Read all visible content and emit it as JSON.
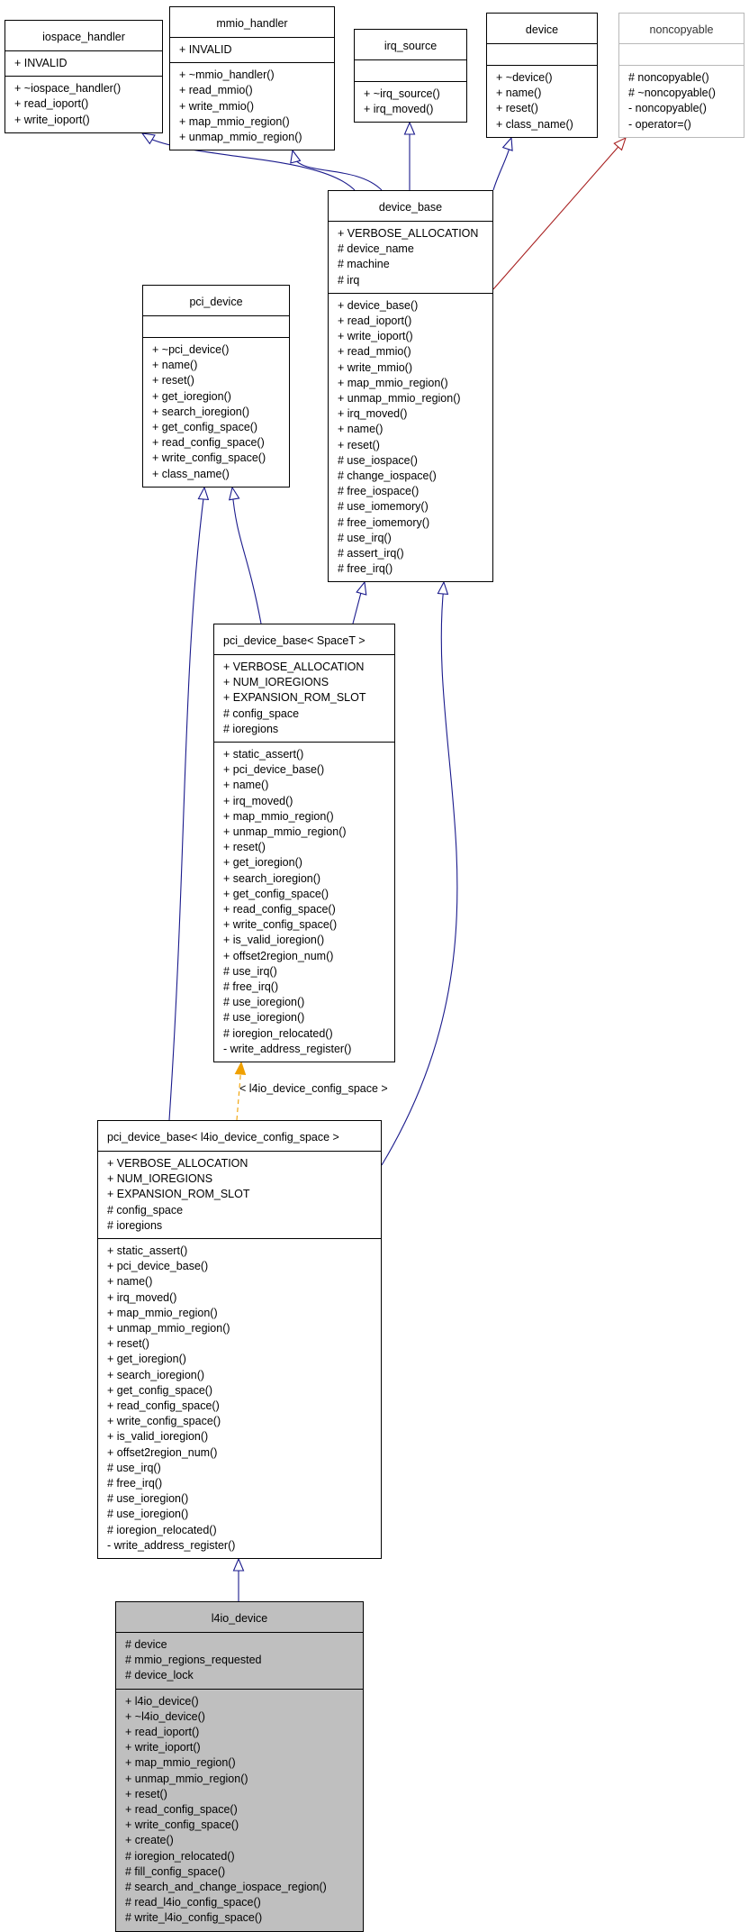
{
  "classes": {
    "iospace_handler": {
      "name": "iospace_handler",
      "attributes": [
        "+ INVALID"
      ],
      "methods": [
        "+ ~iospace_handler()",
        "+ read_ioport()",
        "+ write_ioport()"
      ]
    },
    "mmio_handler": {
      "name": "mmio_handler",
      "attributes": [
        "+ INVALID"
      ],
      "methods": [
        "+ ~mmio_handler()",
        "+ read_mmio()",
        "+ write_mmio()",
        "+ map_mmio_region()",
        "+ unmap_mmio_region()"
      ]
    },
    "irq_source": {
      "name": "irq_source",
      "attributes": [],
      "methods": [
        "+ ~irq_source()",
        "+ irq_moved()"
      ]
    },
    "device": {
      "name": "device",
      "attributes": [],
      "methods": [
        "+ ~device()",
        "+ name()",
        "+ reset()",
        "+ class_name()"
      ]
    },
    "noncopyable": {
      "name": "noncopyable",
      "attributes": [],
      "methods": [
        "# noncopyable()",
        "# ~noncopyable()",
        "- noncopyable()",
        "- operator=()"
      ]
    },
    "device_base": {
      "name": "device_base",
      "attributes": [
        "+ VERBOSE_ALLOCATION",
        "# device_name",
        "# machine",
        "# irq"
      ],
      "methods": [
        "+ device_base()",
        "+ read_ioport()",
        "+ write_ioport()",
        "+ read_mmio()",
        "+ write_mmio()",
        "+ map_mmio_region()",
        "+ unmap_mmio_region()",
        "+ irq_moved()",
        "+ name()",
        "+ reset()",
        "# use_iospace()",
        "# change_iospace()",
        "# free_iospace()",
        "# use_iomemory()",
        "# free_iomemory()",
        "# use_irq()",
        "# assert_irq()",
        "# free_irq()"
      ]
    },
    "pci_device": {
      "name": "pci_device",
      "attributes": [],
      "methods": [
        "+ ~pci_device()",
        "+ name()",
        "+ reset()",
        "+ get_ioregion()",
        "+ search_ioregion()",
        "+ get_config_space()",
        "+ read_config_space()",
        "+ write_config_space()",
        "+ class_name()"
      ]
    },
    "pci_device_base_T": {
      "name": "pci_device_base< SpaceT >",
      "attributes": [
        "+ VERBOSE_ALLOCATION",
        "+ NUM_IOREGIONS",
        "+ EXPANSION_ROM_SLOT",
        "# config_space",
        "# ioregions"
      ],
      "methods": [
        "+ static_assert()",
        "+ pci_device_base()",
        "+ name()",
        "+ irq_moved()",
        "+ map_mmio_region()",
        "+ unmap_mmio_region()",
        "+ reset()",
        "+ get_ioregion()",
        "+ search_ioregion()",
        "+ get_config_space()",
        "+ read_config_space()",
        "+ write_config_space()",
        "+ is_valid_ioregion()",
        "+ offset2region_num()",
        "# use_irq()",
        "# free_irq()",
        "# use_ioregion()",
        "# use_ioregion()",
        "# ioregion_relocated()",
        "- write_address_register()"
      ]
    },
    "pci_device_base_l4io": {
      "name": "pci_device_base< l4io_device_config_space >",
      "attributes": [
        "+ VERBOSE_ALLOCATION",
        "+ NUM_IOREGIONS",
        "+ EXPANSION_ROM_SLOT",
        "# config_space",
        "# ioregions"
      ],
      "methods": [
        "+ static_assert()",
        "+ pci_device_base()",
        "+ name()",
        "+ irq_moved()",
        "+ map_mmio_region()",
        "+ unmap_mmio_region()",
        "+ reset()",
        "+ get_ioregion()",
        "+ search_ioregion()",
        "+ get_config_space()",
        "+ read_config_space()",
        "+ write_config_space()",
        "+ is_valid_ioregion()",
        "+ offset2region_num()",
        "# use_irq()",
        "# free_irq()",
        "# use_ioregion()",
        "# use_ioregion()",
        "# ioregion_relocated()",
        "- write_address_register()"
      ]
    },
    "l4io_device": {
      "name": "l4io_device",
      "attributes": [
        "# device",
        "# mmio_regions_requested",
        "# device_lock"
      ],
      "methods": [
        "+ l4io_device()",
        "+ ~l4io_device()",
        "+ read_ioport()",
        "+ write_ioport()",
        "+ map_mmio_region()",
        "+ unmap_mmio_region()",
        "+ reset()",
        "+ read_config_space()",
        "+ write_config_space()",
        "+ create()",
        "# ioregion_relocated()",
        "# fill_config_space()",
        "# search_and_change_iospace_region()",
        "# read_l4io_config_space()",
        "# write_l4io_config_space()"
      ]
    }
  },
  "template_binding_label": "< l4io_device_config_space >",
  "colors": {
    "inheritance": "#1a1a8c",
    "private_inheritance": "#a82020",
    "template_binding": "#f0a000",
    "focus_fill": "#bfbfbf",
    "undocumented_border": "#b8b8b8"
  }
}
